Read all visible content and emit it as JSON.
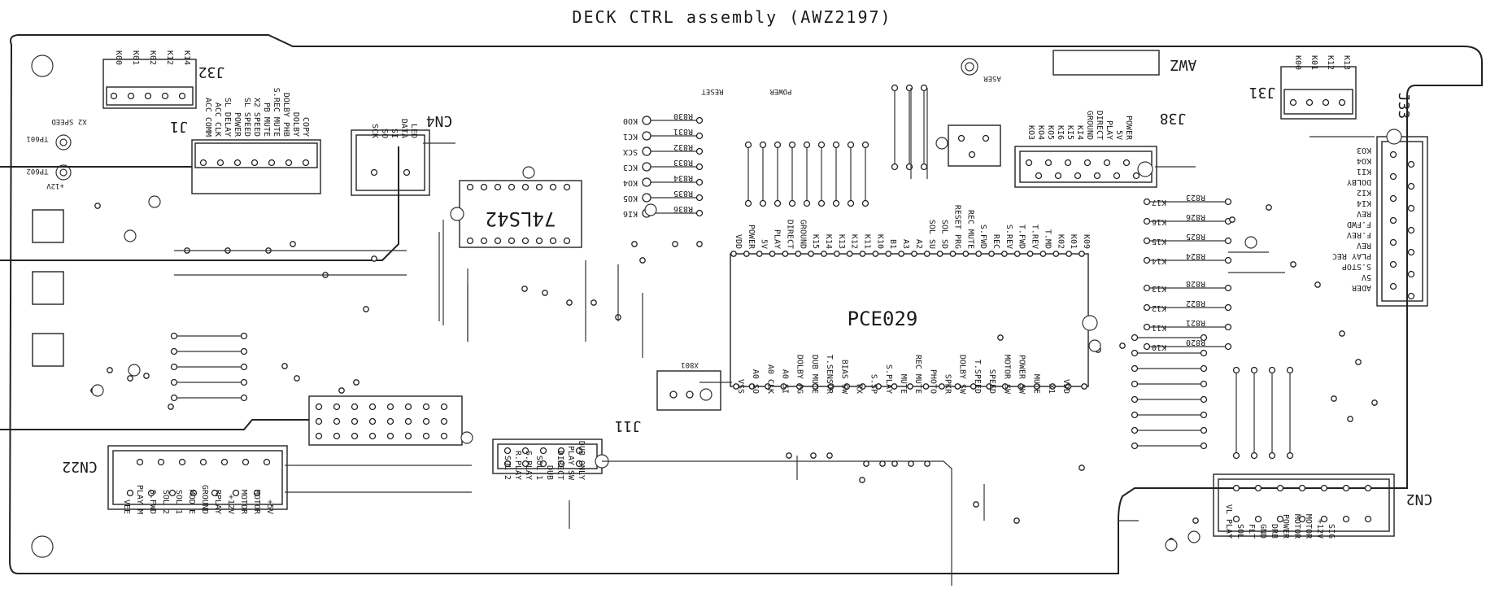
{
  "diagram": {
    "title": "DECK CTRL assembly (AWZ2197)",
    "board_code": "AWZ",
    "ics": {
      "main_ic": "PCE029",
      "shift_reg": "74LS42"
    },
    "connectors": {
      "j32": "J32",
      "j38": "J38",
      "j33": "J33",
      "j31": "J31",
      "cn22": "CN22",
      "cn2": "CN2",
      "cn4": "CN4",
      "j1": "J1",
      "j11": "J11"
    },
    "labels": {
      "x2_speed": "X2 SPEED",
      "tp601": "TP601",
      "tp602": "TP602",
      "v12": "+12V",
      "power": "POWER",
      "reset": "RESET",
      "aser": "ASER",
      "x801": "X801"
    },
    "j32_pins": [
      "K00",
      "K01",
      "K02",
      "K12",
      "K14"
    ],
    "j31_pins": [
      "K00",
      "K01",
      "K12",
      "K13"
    ],
    "j33_pins": [
      "KO3",
      "KO4",
      "KI1",
      "DOLBY",
      "KI2",
      "KI4",
      "REV",
      "F.FWD",
      "F.REV",
      "REV",
      "PLAY REC",
      "S.STOP",
      "5V",
      "ADER"
    ],
    "j38_pins": [
      "KO3",
      "KO4",
      "KO5",
      "KI6",
      "KI5",
      "KI4",
      "GROUND",
      "DIRECT",
      "PLAY",
      "5V",
      "POWER"
    ],
    "j1_pins": [
      "ACC COMM",
      "ACC CLK",
      "SL DELAY",
      "POWER",
      "SL SPEED",
      "X2 SPEED",
      "PB MUTE",
      "S.REC MUTE",
      "DOLBY PHB",
      "DOLBY",
      "COPY"
    ],
    "cn4_pins": [
      "SCK",
      "SO",
      "SI",
      "DATA",
      "LED"
    ],
    "u_top_pins": [
      "K09",
      "K01",
      "K02",
      "T.MD",
      "T.REV",
      "T.FWD",
      "S.REV",
      "REC",
      "S.FWD",
      "REC MUTE",
      "RESET PRG",
      "SOL SD",
      "SOL SU",
      "A2",
      "A3",
      "B1",
      "K10",
      "K11",
      "K12",
      "K13",
      "K14",
      "K15",
      "GROUND",
      "DIRECT",
      "PLAY",
      "5V",
      "POWER",
      "VDD"
    ],
    "u_bot_pins": [
      "VSS",
      "A0 SO",
      "A0 CLK",
      "A0 SI",
      "DOLBY PG",
      "DUB MUTE",
      "T.SENSOR",
      "BIAS SW",
      "RX",
      "S.SP",
      "S.PLAY",
      "MUTE",
      "REC MUTE",
      "PHOTO",
      "SPKR",
      "DOLBY SW",
      "T.SPEED",
      "SPEED",
      "MOTOR SW",
      "POWER SW",
      "MUTE",
      "X1",
      "VDD"
    ],
    "k_right": [
      "K17",
      "K16",
      "K15",
      "K14",
      "K13",
      "K12",
      "K11",
      "K10"
    ],
    "r_right": [
      "R823",
      "R826",
      "R825",
      "R824",
      "R828",
      "R822",
      "R821",
      "R820"
    ],
    "k_left": [
      "KO0",
      "KC1",
      "SCX",
      "KC3",
      "KO4",
      "KO5",
      "KI6"
    ],
    "r_left": [
      "R830",
      "R831",
      "R832",
      "R833",
      "R834",
      "R835",
      "R836"
    ],
    "cn22_pins": [
      "VEE",
      "PLAY M",
      "S.FWD",
      "SOL 2",
      "SOL 1",
      "MOD E",
      "GROUND",
      "RPLAY",
      "+12V",
      "MOTOR",
      "MOTOR",
      "+5V"
    ],
    "cn2_pins": [
      "VL PLAY",
      "SOL",
      "FLT",
      "GND",
      "DRB",
      "POWER",
      "MOTOR",
      "MOTOR",
      "+12V",
      "SIG"
    ],
    "j11_pins": [
      "SOL 2",
      "R.PLAY",
      "S.PLAY",
      "SOL 1",
      "DUB",
      "DIRECT",
      "PLAY SW",
      "DUB ONLY"
    ]
  }
}
